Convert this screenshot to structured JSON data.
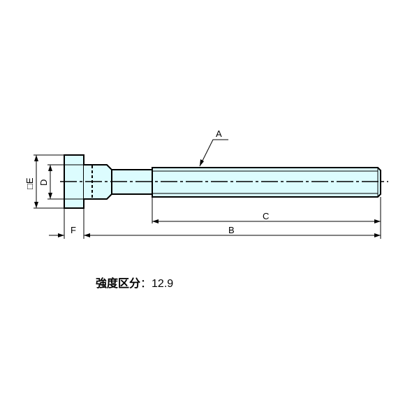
{
  "drawing": {
    "labels": {
      "A": "A",
      "B": "B",
      "C": "C",
      "D": "D",
      "E": "□E",
      "F": "F"
    },
    "fill_color": "#dcfcfe",
    "line_color": "#000000"
  },
  "spec": {
    "key": "強度区分",
    "separator": "：",
    "value": "12.9"
  }
}
